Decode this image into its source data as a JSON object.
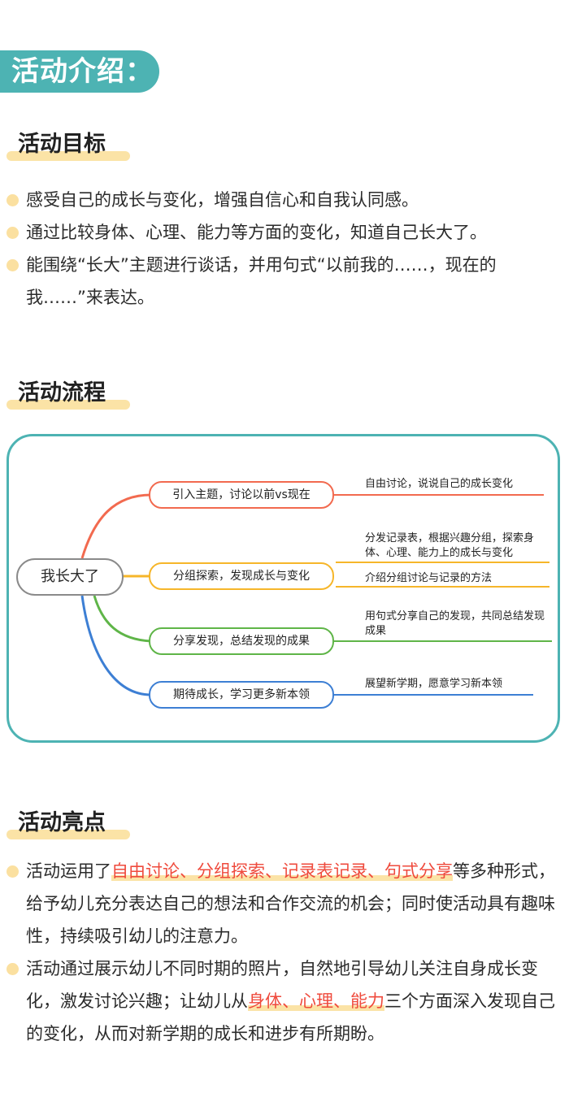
{
  "header": {
    "title": "活动介绍："
  },
  "goals": {
    "title": "活动目标",
    "items": [
      "感受自己的成长与变化，增强自信心和自我认同感。",
      "通过比较身体、心理、能力等方面的变化，知道自己长大了。",
      "能围绕“长大”主题进行谈话，并用句式“以前我的……，现在的我……”来表达。"
    ]
  },
  "flow": {
    "title": "活动流程",
    "root": "我长大了",
    "branches": [
      {
        "label": "引入主题，讨论以前vs现在",
        "color": "#f26a4f",
        "details": [
          "自由讨论，说说自己的成长变化"
        ]
      },
      {
        "label": "分组探索，发现成长与变化",
        "color": "#f6b62a",
        "details": [
          "分发记录表，根据兴趣分组，探索身体、心理、能力上的成长与变化",
          "介绍分组讨论与记录的方法"
        ]
      },
      {
        "label": "分享发现，总结发现的成果",
        "color": "#5fb548",
        "details": [
          "用句式分享自己的发现，共同总结发现成果"
        ]
      },
      {
        "label": "期待成长，学习更多新本领",
        "color": "#3d7fd4",
        "details": [
          "展望新学期，愿意学习新本领"
        ]
      }
    ]
  },
  "highlights": {
    "title": "活动亮点",
    "item1": {
      "pre": "活动运用了",
      "hl": "自由讨论、分组探索、记录表记录、句式分享",
      "post": "等多种形式，给予幼儿充分表达自己的想法和合作交流的机会；同时使活动具有趣味性，持续吸引幼儿的注意力。"
    },
    "item2": {
      "pre": "活动通过展示幼儿不同时期的照片，自然地引导幼儿关注自身成长变化，激发讨论兴趣；让幼儿从",
      "hl": "身体、心理、能力",
      "post": "三个方面深入发现自己的变化，从而对新学期的成长和进步有所期盼。"
    }
  }
}
